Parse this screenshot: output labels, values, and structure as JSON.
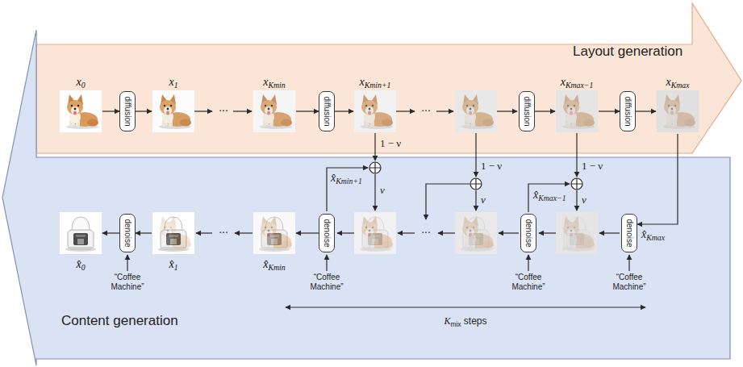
{
  "diagram": {
    "nodes": [
      {
        "text": [
          "Layout generation"
        ]
      },
      {
        "text": [
          "Content generation"
        ]
      },
      {
        "text": [
          "x0"
        ],
        "in": 0
      },
      {
        "text": [
          "diffusion"
        ],
        "in": 0
      },
      {
        "text": [
          "x1"
        ],
        "in": 0
      },
      {
        "text": [
          "xKmin"
        ],
        "in": 0
      },
      {
        "text": [
          "diffusion"
        ],
        "in": 0
      },
      {
        "text": [
          "xKmin+1"
        ],
        "in": 0
      },
      {
        "text": [
          "diffusion"
        ],
        "in": 0
      },
      {
        "text": [
          "xKmax−1"
        ],
        "in": 0
      },
      {
        "text": [
          "diffusion"
        ],
        "in": 0
      },
      {
        "text": [
          "xKmax"
        ],
        "in": 0
      },
      {
        "text": [
          "x̂0"
        ],
        "in": 1
      },
      {
        "text": [
          "denoise"
        ],
        "in": 1
      },
      {
        "text": [
          "x̂1"
        ],
        "in": 1
      },
      {
        "text": [
          "x̂Kmin"
        ],
        "in": 1
      },
      {
        "text": [
          "denoise"
        ],
        "in": 1
      },
      {
        "text": [
          "denoise"
        ],
        "in": 1
      },
      {
        "text": [
          "denoise"
        ],
        "in": 1
      }
    ],
    "edges": [
      {
        "from": 2,
        "to": 3,
        "arrow": "to"
      },
      {
        "from": 3,
        "to": 4,
        "arrow": "to"
      },
      {
        "from": 5,
        "to": 6,
        "arrow": "to"
      },
      {
        "from": 6,
        "to": 7,
        "arrow": "to"
      },
      {
        "from": 8,
        "to": 9,
        "arrow": "to"
      },
      {
        "from": 9,
        "to": 10,
        "arrow": "to"
      },
      {
        "from": 10,
        "to": 11,
        "arrow": "to"
      },
      {
        "from": 11,
        "to": 18,
        "label": "x̂Kmax",
        "arrow": "to"
      },
      {
        "from": 14,
        "to": 13,
        "arrow": "to"
      },
      {
        "from": 13,
        "to": 12,
        "arrow": "to"
      },
      {
        "from": 16,
        "to": 15,
        "arrow": "to"
      }
    ],
    "labels": [
      "...",
      "...",
      "1 − ν",
      "1 − ν",
      "1 − ν",
      "x̂Kmin+1",
      "ν",
      "ν",
      "x̂Kmax−1",
      "ν",
      "...",
      "...",
      "“Coffee Machine”",
      "“Coffee Machine”",
      "“Coffee Machine”",
      "“Coffee Machine”",
      "Kmix steps"
    ]
  }
}
